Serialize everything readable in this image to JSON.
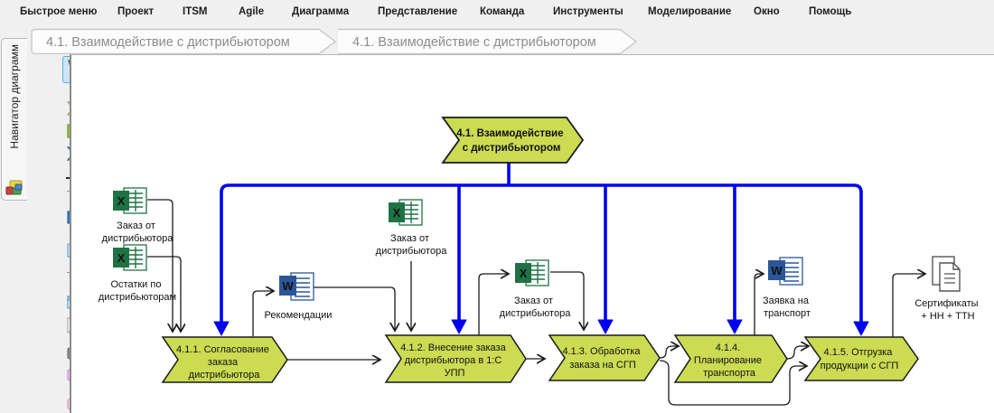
{
  "menu": {
    "items": [
      "Быстрое меню",
      "Проект",
      "ITSM",
      "Agile",
      "Диаграмма",
      "Представление",
      "Команда",
      "Инструменты",
      "Моделирование",
      "Окно",
      "Помощь"
    ]
  },
  "breadcrumbs": {
    "tabs": [
      "4.1. Взаимодействие с дистрибьютором",
      "4.1. Взаимодействие с дистрибьютором"
    ]
  },
  "sidebar": {
    "navigator_label": "Навигатор диаграмм",
    "tools": [
      "select-tool",
      "triangle-shape-tool",
      "yellow-arrow-shape-tool",
      "green-arrow-shape-tool",
      "blue-arrow-shape-tool",
      "connector-arrow-tool",
      "folder-shape-tool",
      "subdiagram-shape-tool",
      "frame-shape-tool",
      "image-shape-tool",
      "snapshot-tool",
      "comment-shape-tool",
      "rounded-rect-shape-tool"
    ]
  },
  "diagram": {
    "parent": {
      "line1": "4.1. Взаимодействие",
      "line2": "с дистрибьютором"
    },
    "processes": [
      {
        "lines": [
          "4.1.1. Согласование",
          "заказа",
          "дистрибьютора"
        ]
      },
      {
        "lines": [
          "4.1.2. Внесение заказа",
          "дистрибьютора в 1:С",
          "УПП"
        ]
      },
      {
        "lines": [
          "4.1.3. Обработка",
          "заказа на СГП"
        ]
      },
      {
        "lines": [
          "4.1.4.",
          "Планирование",
          "транспорта"
        ]
      },
      {
        "lines": [
          "4.1.5. Отгрузка",
          "продукции с СГП"
        ]
      }
    ],
    "documents": [
      {
        "icon": "excel-icon",
        "lines": [
          "Заказ от",
          "дистрибьютора"
        ]
      },
      {
        "icon": "excel-icon",
        "lines": [
          "Остатки по",
          "дистрибьюторам"
        ]
      },
      {
        "icon": "word-icon",
        "lines": [
          "Рекомендации",
          ""
        ]
      },
      {
        "icon": "excel-icon",
        "lines": [
          "Заказ от",
          "дистрибьютора"
        ]
      },
      {
        "icon": "excel-icon",
        "lines": [
          "Заказ от",
          "дистрибьютора"
        ]
      },
      {
        "icon": "word-icon",
        "lines": [
          "Заявка на",
          "транспорт"
        ]
      },
      {
        "icon": "pages-icon",
        "lines": [
          "Сертификаты",
          "+ НН + ТТН"
        ]
      }
    ],
    "icon_letters": {
      "excel": "X",
      "word": "W"
    },
    "colors": {
      "process_fill": "#cbdb52",
      "process_border": "#1a1a1a",
      "flow_blue": "#0000f0",
      "excel_green": "#1f7244",
      "word_blue": "#2b5699"
    }
  }
}
